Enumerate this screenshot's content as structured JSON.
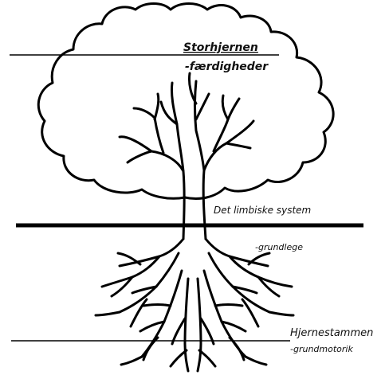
{
  "diagram": {
    "labels": {
      "cerebrum_title": "Storhjernen",
      "cerebrum_sub": "-færdigheder",
      "limbic_title": "Det limbiske system",
      "limbic_sub": "-grundlege",
      "brainstem_title": "Hjernestammen",
      "brainstem_sub": "-grundmotorik"
    },
    "colors": {
      "ink": "#000000",
      "background": "#ffffff"
    }
  }
}
